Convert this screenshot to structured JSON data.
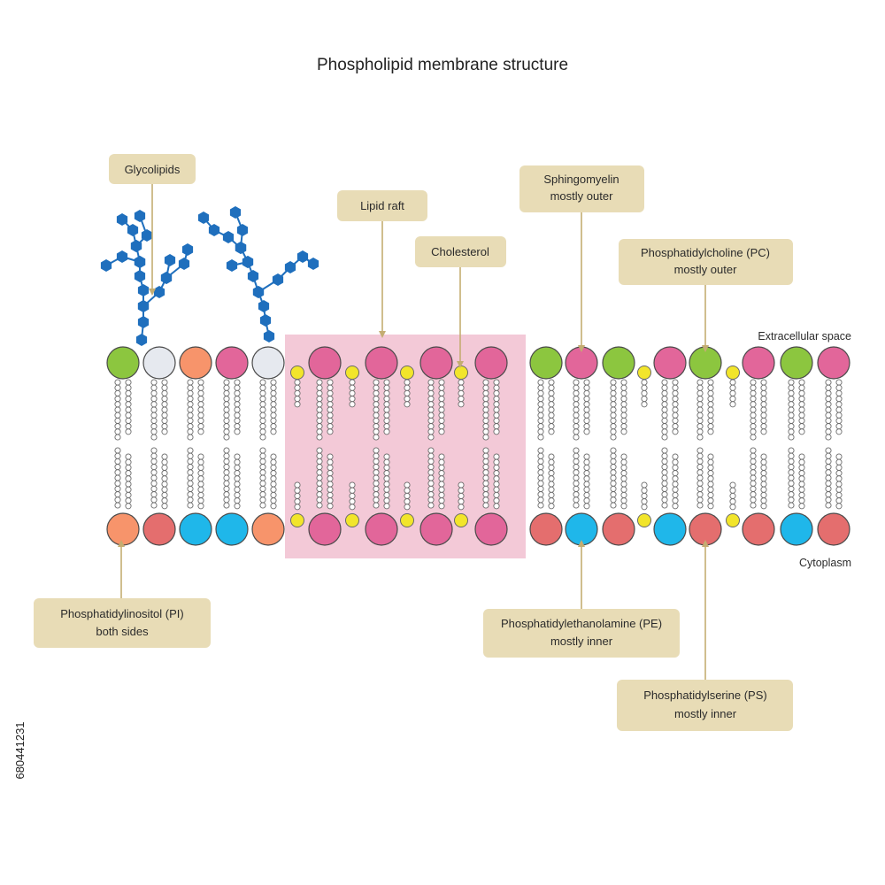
{
  "title": "Phospholipid membrane structure",
  "regions": {
    "extracellular": "Extracellular space",
    "cytoplasm": "Cytoplasm"
  },
  "labels": {
    "glycolipids": "Glycolipids",
    "lipid_raft": "Lipid raft",
    "cholesterol": "Cholesterol",
    "sphingomyelin": [
      "Sphingomyelin",
      "mostly outer"
    ],
    "pc": [
      "Phosphatidylcholine (PC)",
      "mostly outer"
    ],
    "pi": [
      "Phosphatidylinositol (PI)",
      "both sides"
    ],
    "pe": [
      "Phosphatidylethanolamine (PE)",
      "mostly inner"
    ],
    "ps": [
      "Phosphatidylserine (PS)",
      "mostly inner"
    ]
  },
  "watermark_id": "680441231",
  "colors": {
    "green": "#8cc63f",
    "white": "#e6e9ef",
    "orange": "#f7946b",
    "pink": "#e2669a",
    "red": "#e46e6e",
    "cyan": "#1fb7ea",
    "cholesterol": "#f2e52b",
    "raft": "#f1bfd0",
    "sugar": "#1f6fbd",
    "label_box": "#e8dcb6"
  },
  "membrane": {
    "outer_heads": [
      "green",
      "white",
      "orange",
      "pink",
      "white",
      "pink",
      "pink",
      "pink",
      "pink",
      "green",
      "pink",
      "green",
      "pink",
      "green",
      "pink",
      "green",
      "pink"
    ],
    "inner_heads": [
      "orange",
      "red",
      "cyan",
      "cyan",
      "orange",
      "pink",
      "pink",
      "pink",
      "pink",
      "red",
      "cyan",
      "red",
      "cyan",
      "red",
      "red",
      "cyan",
      "red",
      "red"
    ]
  }
}
